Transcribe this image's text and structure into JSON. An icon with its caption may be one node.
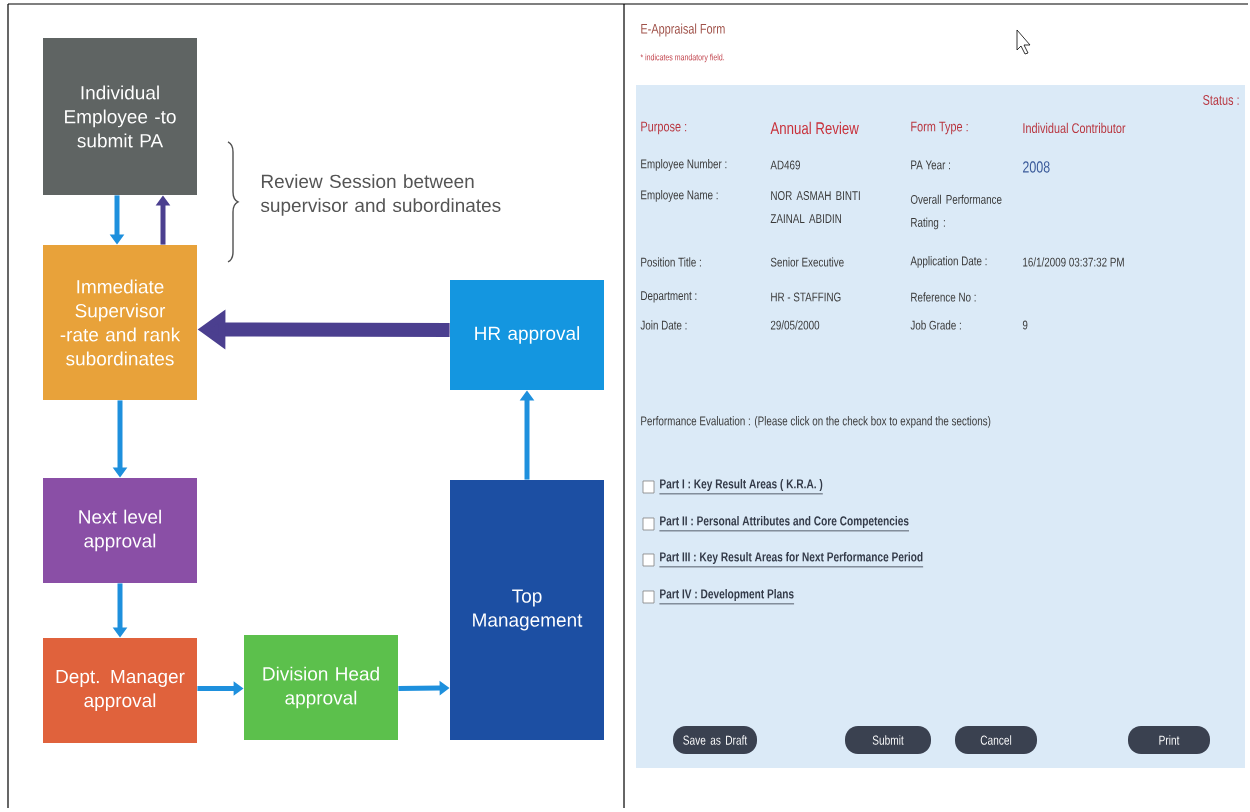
{
  "diagram": {
    "nodes": [
      {
        "text": [
          "Individual Employee -to submit PA"
        ]
      },
      {
        "text": [
          "Immediate Supervisor -rate and rank subordinates"
        ]
      },
      {
        "text": [
          "Next level approval"
        ]
      },
      {
        "text": [
          "Dept. Manager approval"
        ]
      },
      {
        "text": [
          "Division Head approval"
        ]
      },
      {
        "text": [
          "Top Management"
        ]
      },
      {
        "text": [
          "HR approval"
        ]
      }
    ],
    "edges": [
      {
        "from": 0,
        "to": 1,
        "arrow": "to"
      },
      {
        "from": 1,
        "to": 0,
        "arrow": "to",
        "color": "#4b3f8f"
      },
      {
        "from": 1,
        "to": 2,
        "arrow": "to"
      },
      {
        "from": 2,
        "to": 3,
        "arrow": "to"
      },
      {
        "from": 3,
        "to": 4,
        "arrow": "to"
      },
      {
        "from": 4,
        "to": 5,
        "arrow": "to"
      },
      {
        "from": 5,
        "to": 6,
        "arrow": "to"
      },
      {
        "from": 6,
        "to": 1,
        "arrow": "to",
        "style": "thick",
        "color": "#4b3f8f"
      }
    ],
    "labels": [
      "Review Session between supervisor and subordinates",
      "E-Appraisal Form",
      "* indicates mandatory field.",
      "Status :",
      "Purpose :",
      "Annual Review",
      "Form Type :",
      "Individual Contributor",
      "Employee Number :",
      "AD469",
      "PA Year :",
      "2008",
      "Employee Name :",
      "NOR ASMAH BINTI ZAINAL ABIDIN",
      "Overall Performance Rating :",
      "Position Title :",
      "Senior Executive",
      "Application Date :",
      "16/1/2009 03:37:32 PM",
      "Department :",
      "HR - STAFFING",
      "Reference No :",
      "Join Date :",
      "29/05/2000",
      "Job Grade :",
      "9",
      "Performance Evaluation : (Please click on the check box to expand the sections)",
      "Part I : Key Result Areas ( K.R.A. )",
      "Part II : Personal Attributes and Core Competencies",
      "Part III : Key Result Areas for Next Performance Period",
      "Part IV : Development Plans",
      "Save as Draft",
      "Submit",
      "Cancel",
      "Print"
    ]
  }
}
